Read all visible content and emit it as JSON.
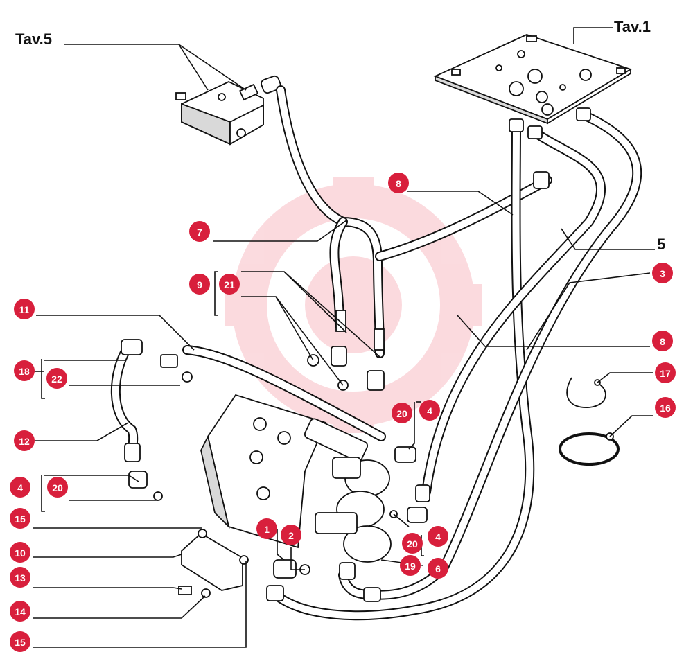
{
  "diagram": {
    "header_labels": [
      {
        "id": "tav5",
        "text": "Tav.5"
      },
      {
        "id": "tav1",
        "text": "Tav.1"
      },
      {
        "id": "ref5",
        "text": "5"
      }
    ],
    "callouts": [
      {
        "id": "c8a",
        "text": "8"
      },
      {
        "id": "c7",
        "text": "7"
      },
      {
        "id": "c9",
        "text": "9"
      },
      {
        "id": "c21",
        "text": "21"
      },
      {
        "id": "c3",
        "text": "3"
      },
      {
        "id": "c11",
        "text": "11"
      },
      {
        "id": "c8b",
        "text": "8"
      },
      {
        "id": "c18",
        "text": "18"
      },
      {
        "id": "c22",
        "text": "22"
      },
      {
        "id": "c17",
        "text": "17"
      },
      {
        "id": "c16",
        "text": "16"
      },
      {
        "id": "c20a",
        "text": "20"
      },
      {
        "id": "c4a",
        "text": "4"
      },
      {
        "id": "c12",
        "text": "12"
      },
      {
        "id": "c4b",
        "text": "4"
      },
      {
        "id": "c20b",
        "text": "20"
      },
      {
        "id": "c15a",
        "text": "15"
      },
      {
        "id": "c1",
        "text": "1"
      },
      {
        "id": "c2",
        "text": "2"
      },
      {
        "id": "c20c",
        "text": "20"
      },
      {
        "id": "c4c",
        "text": "4"
      },
      {
        "id": "c10",
        "text": "10"
      },
      {
        "id": "c19",
        "text": "19"
      },
      {
        "id": "c6",
        "text": "6"
      },
      {
        "id": "c13",
        "text": "13"
      },
      {
        "id": "c14",
        "text": "14"
      },
      {
        "id": "c15b",
        "text": "15"
      }
    ]
  }
}
